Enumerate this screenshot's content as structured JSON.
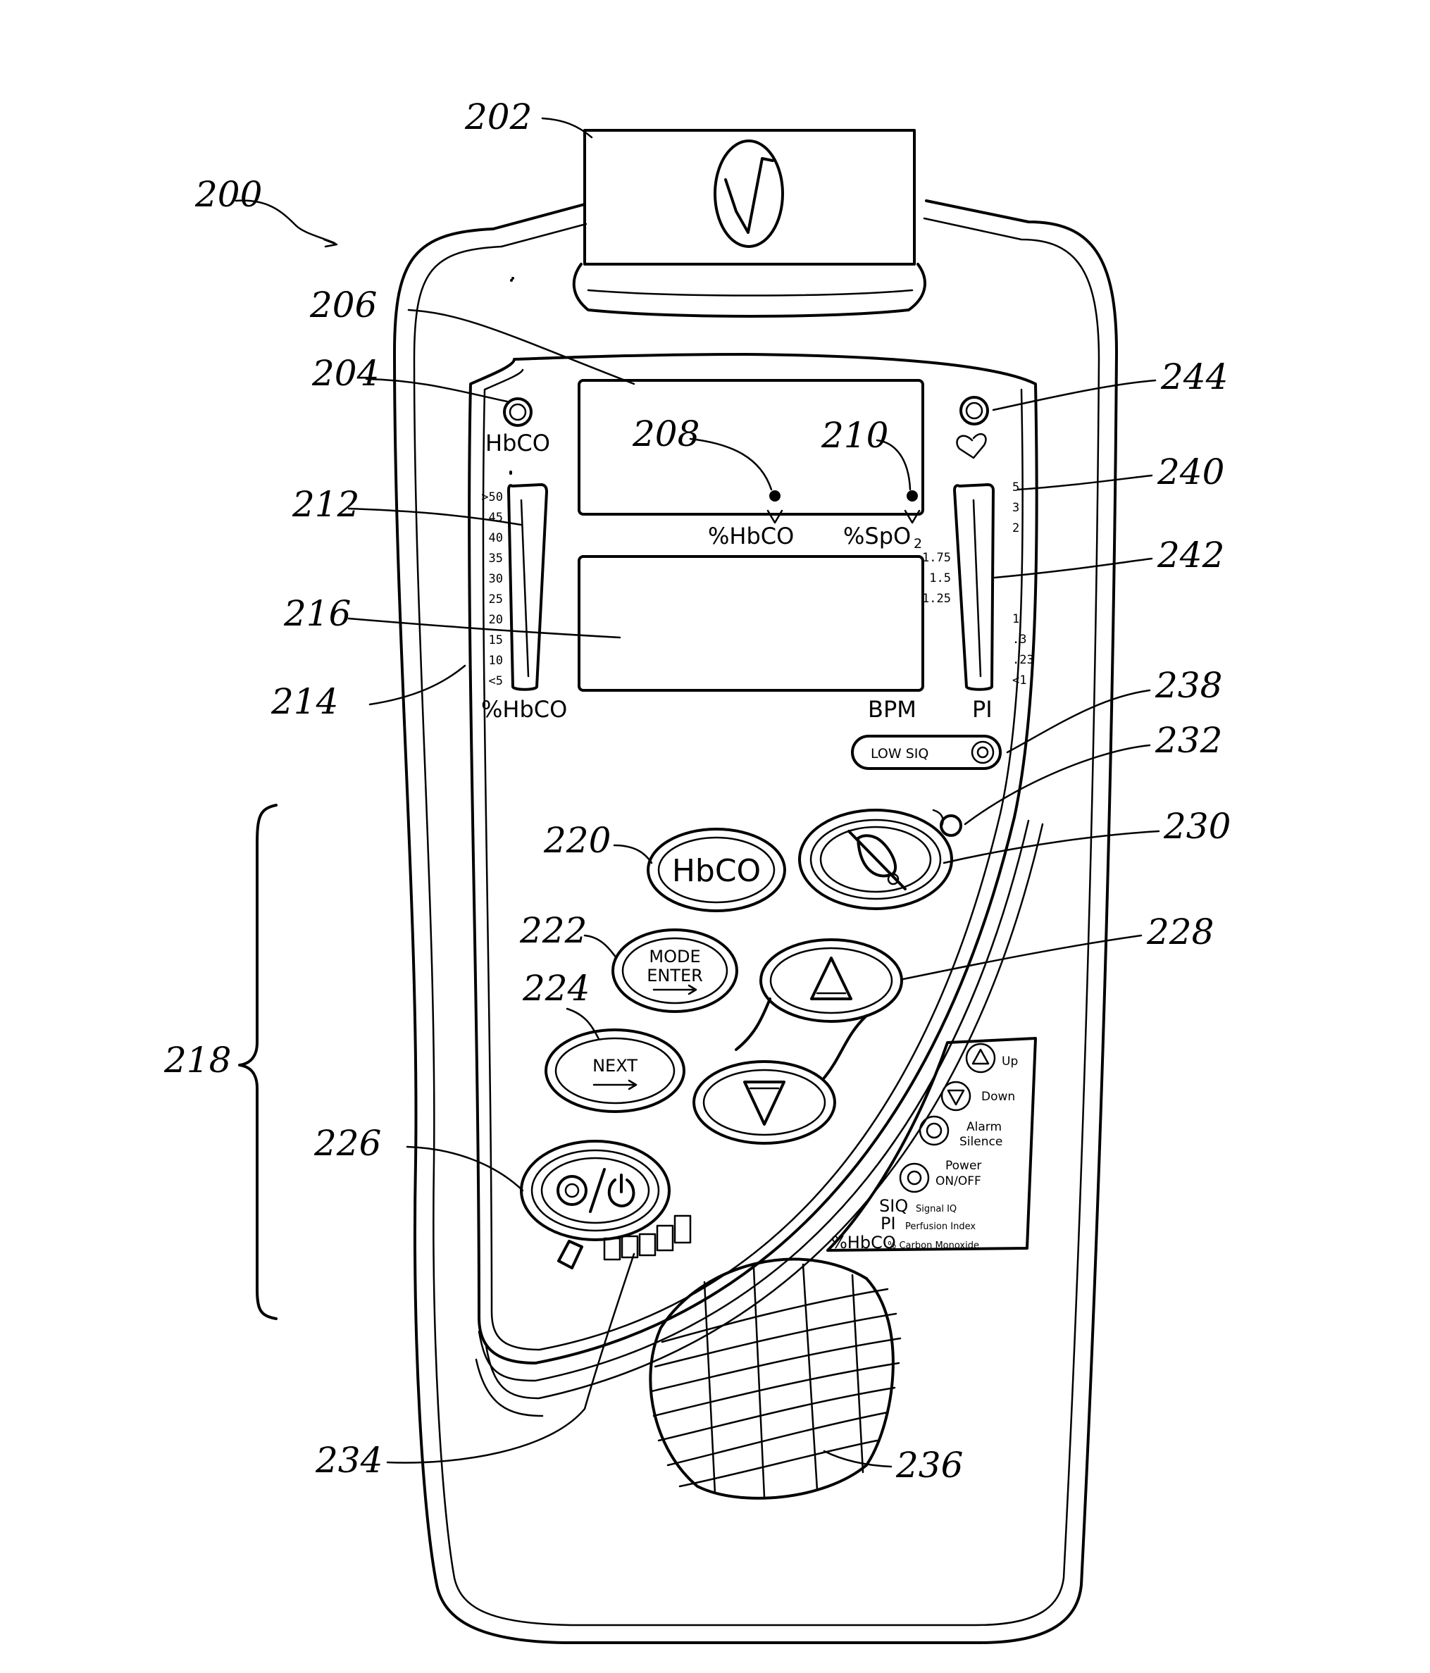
{
  "refs": {
    "r200": "200",
    "r202": "202",
    "r204": "204",
    "r206": "206",
    "r208": "208",
    "r210": "210",
    "r212": "212",
    "r214": "214",
    "r216": "216",
    "r218": "218",
    "r220": "220",
    "r222": "222",
    "r224": "224",
    "r226": "226",
    "r228": "228",
    "r230": "230",
    "r232": "232",
    "r234": "234",
    "r236": "236",
    "r238": "238",
    "r240": "240",
    "r242": "242",
    "r244": "244"
  },
  "device": {
    "hbco_led_label": "HbCO",
    "hbco_display_label": "%HbCO",
    "spo2_display_label": "%SpO",
    "spo2_subscript": "2",
    "hbco_bar_label": "%HbCO",
    "bpm_label": "BPM",
    "pi_label": "PI",
    "low_siq_label": "LOW SIQ",
    "hbco_button": "HbCO",
    "mode_line1": "MODE",
    "mode_line2": "ENTER",
    "next_button": "NEXT",
    "hbco_scale": [
      ">50",
      "45",
      "40",
      "35",
      "30",
      "25",
      "20",
      "15",
      "10",
      "<5"
    ],
    "pi_scale_top": [
      "5",
      "3",
      "2"
    ],
    "pi_scale_mid": [
      "1.75",
      "1.5",
      "1.25"
    ],
    "pi_scale_bottom": [
      "1",
      ".3",
      ".23",
      "<1"
    ]
  },
  "legend": {
    "up": "Up",
    "down": "Down",
    "alarm": "Alarm",
    "silence": "Silence",
    "power": "Power",
    "onoff": "ON/OFF",
    "siq": "SIQ",
    "siq_desc": "Signal IQ",
    "pi": "PI",
    "pi_desc": "Perfusion Index",
    "hbco": "%HbCO",
    "hbco_desc": "% Carbon Monoxide"
  }
}
